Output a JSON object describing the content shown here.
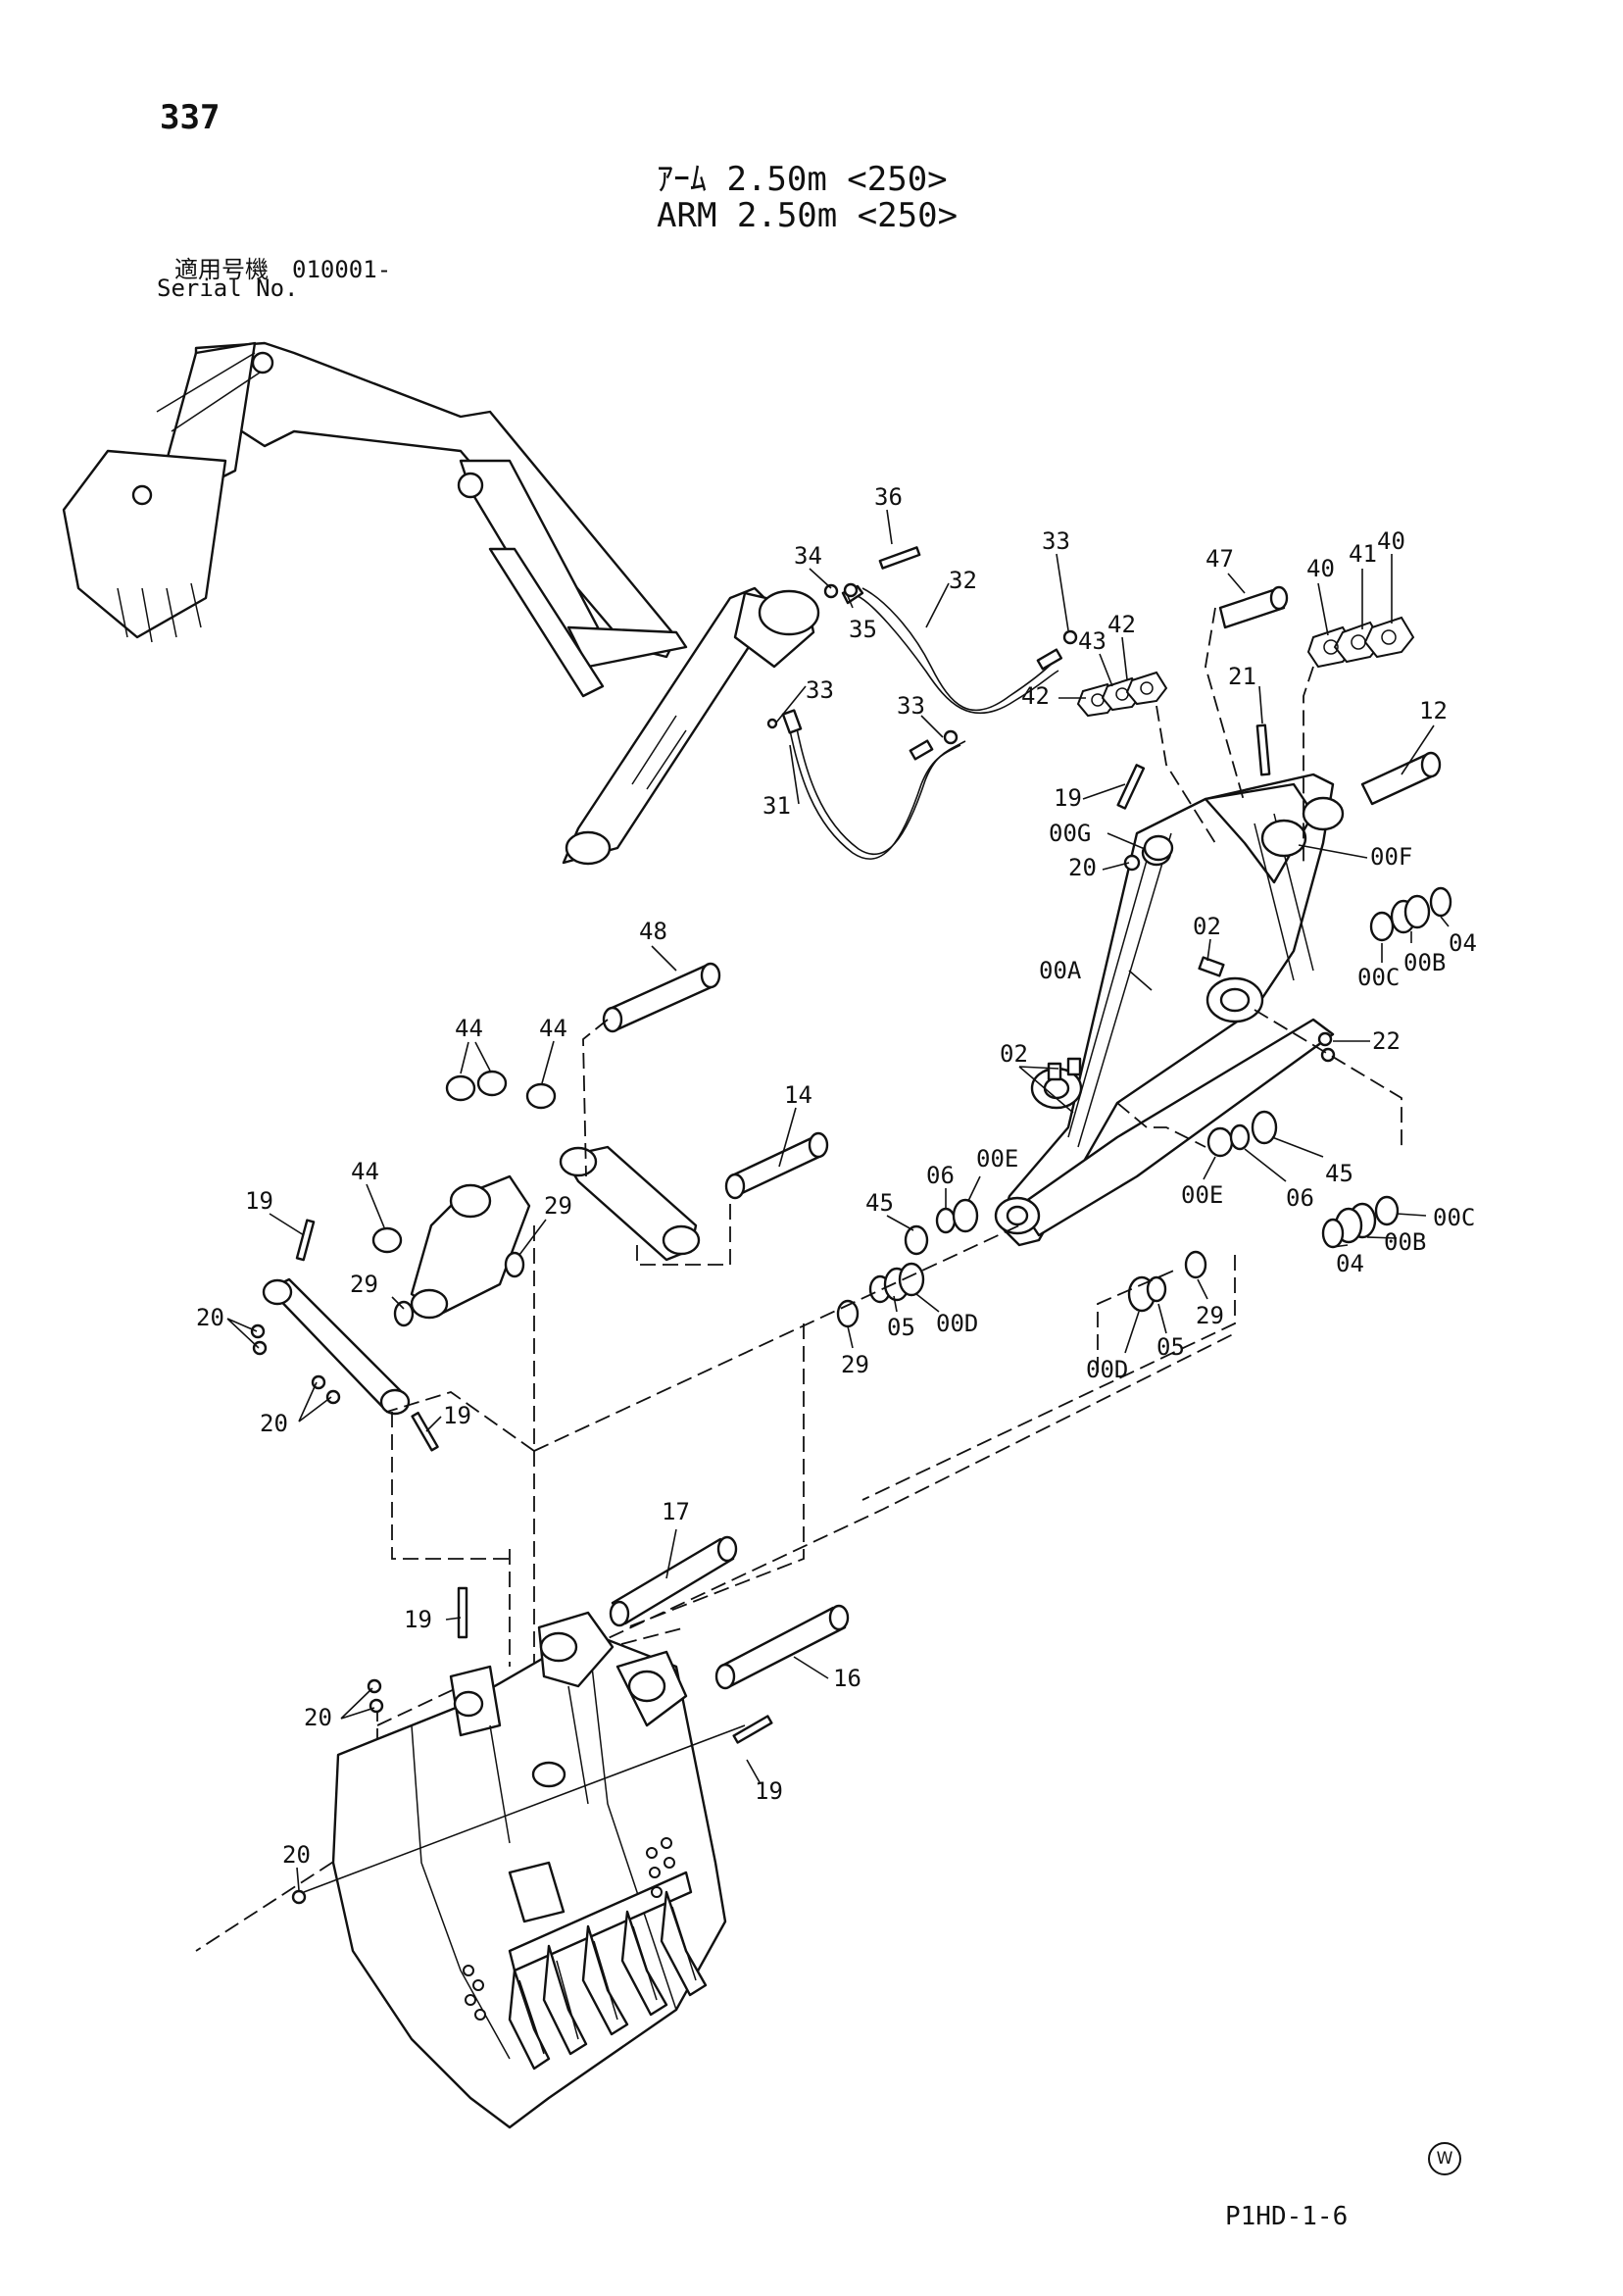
{
  "header": {
    "page_number": "337",
    "title_jp": "ｱｰﾑ 2.50m <250>",
    "title_en": "ARM 2.50m <250>",
    "serial_label_jp": "適用号機　010001-",
    "serial_label_en": "Serial No."
  },
  "footer": {
    "w_mark": "W",
    "drawing_code": "P1HD-1-6"
  },
  "callouts": {
    "c36": "36",
    "c34": "34",
    "c33a": "33",
    "c32": "32",
    "c35": "35",
    "c33b": "33",
    "c33c": "33",
    "c31": "31",
    "c47": "47",
    "c40a": "40",
    "c41": "41",
    "c40b": "40",
    "c43": "43",
    "c42a": "42",
    "c42b": "42",
    "c21": "21",
    "c12": "12",
    "c19a": "19",
    "c00G": "00G",
    "c20a": "20",
    "c00F": "00F",
    "c02a": "02",
    "c00A": "00A",
    "c00C_a": "00C",
    "c00B_a": "00B",
    "c04a": "04",
    "c22": "22",
    "c48": "48",
    "c44a": "44",
    "c44b": "44",
    "c44c": "44",
    "c14": "14",
    "c02b": "02",
    "c06a": "06",
    "c00E_a": "00E",
    "c19b": "19",
    "c29a": "29",
    "c29b": "29",
    "c45a": "45",
    "c00E_b": "00E",
    "c06b": "06",
    "c45b": "45",
    "c00C_b": "00C",
    "c04b": "04",
    "c00B_b": "00B",
    "c20b": "20",
    "c05a": "05",
    "c00D_a": "00D",
    "c29c": "29",
    "c00D_b": "00D",
    "c05b": "05",
    "c29d": "29",
    "c20c": "20",
    "c19c": "19",
    "c17": "17",
    "c19d": "19",
    "c16": "16",
    "c20d": "20",
    "c19e": "19",
    "c20e": "20"
  }
}
